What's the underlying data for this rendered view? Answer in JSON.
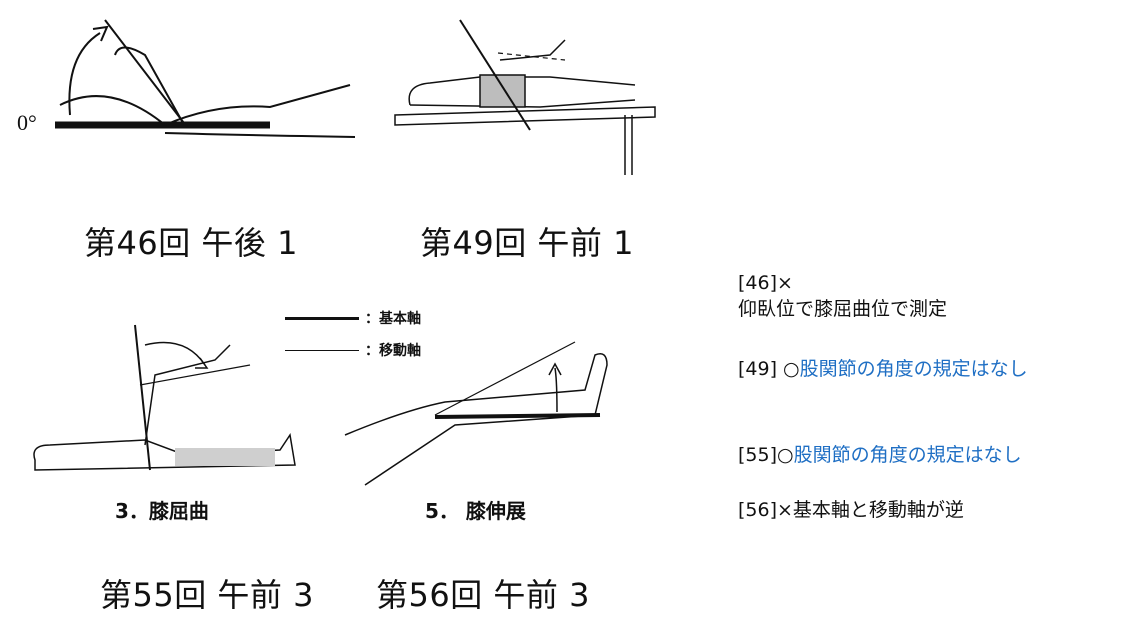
{
  "captions": {
    "fig46": "第46回 午後 1",
    "fig49": "第49回 午前 1",
    "fig55": "第55回 午前 3",
    "fig56": "第56回 午前 3"
  },
  "figure_text": {
    "zero_degree": "0°",
    "knee_flexion": "3．膝屈曲",
    "knee_extension": "5． 膝伸展"
  },
  "legend": {
    "basic_axis": "：基本軸",
    "moving_axis": "：移動軸"
  },
  "notes": {
    "n46_mark": "[46]×",
    "n46_text": "仰臥位で膝屈曲位で測定",
    "n49_prefix": "[49] ○",
    "n49_text": "股関節の角度の規定はなし",
    "n55_prefix": "[55]○",
    "n55_text": "股関節の角度の規定はなし",
    "n56": "[56]×基本軸と移動軸が逆"
  },
  "colors": {
    "highlight_blue": "#1f6fc4"
  }
}
